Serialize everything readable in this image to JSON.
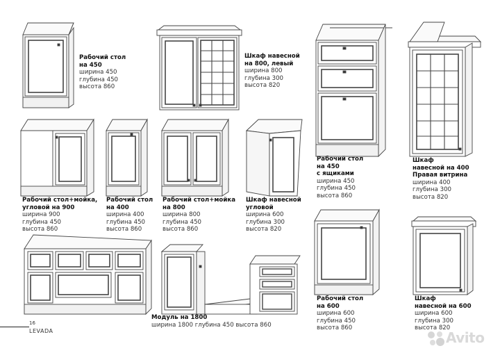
{
  "page": {
    "number": "16",
    "brand": "LEVADA"
  },
  "watermark": {
    "text": "Avito",
    "icon": "avito-dots-icon"
  },
  "items": [
    {
      "title": [
        "Рабочий стол",
        "на 450"
      ],
      "dims": [
        "ширина 450",
        "глубина 450",
        "высота  860"
      ]
    },
    {
      "title": [
        "Шкаф навесной",
        "на 800, левый"
      ],
      "dims": [
        "ширина 800",
        "глубина 300",
        "высота  820"
      ]
    },
    {
      "title": [
        "Рабочий стол",
        "на 450",
        "с ящиками"
      ],
      "dims": [
        "ширина 450",
        "глубина 450",
        "высота  860"
      ]
    },
    {
      "title": [
        "Шкаф",
        "навесной на 400",
        "Правая витрина"
      ],
      "dims": [
        "ширина 400",
        "глубина 300",
        "высота  820"
      ]
    },
    {
      "title": [
        "Рабочий стол+мойка,",
        "угловой на 900"
      ],
      "dims": [
        "ширина 900",
        "глубина 450",
        "высота  860"
      ]
    },
    {
      "title": [
        "Рабочий стол",
        "на 400"
      ],
      "dims": [
        "ширина 400",
        "глубина 450",
        "высота  860"
      ]
    },
    {
      "title": [
        "Рабочий стол+мойка",
        "на 800"
      ],
      "dims": [
        "ширина 800",
        "глубина 450",
        "высота  860"
      ]
    },
    {
      "title": [
        "Шкаф навесной",
        "угловой"
      ],
      "dims": [
        "ширина 600",
        "глубина 300",
        "высота  820"
      ]
    },
    {
      "title": [
        "Модуль на 1800"
      ],
      "dims": [
        "ширина 1800 глубина 450 высота 860"
      ]
    },
    {
      "title": [
        "Рабочий стол",
        "на 600"
      ],
      "dims": [
        "ширина 600",
        "глубина 450",
        "высота  860"
      ]
    },
    {
      "title": [
        "Шкаф",
        "навесной на 600"
      ],
      "dims": [
        "ширина 600",
        "глубина 300",
        "высота  820"
      ]
    }
  ]
}
